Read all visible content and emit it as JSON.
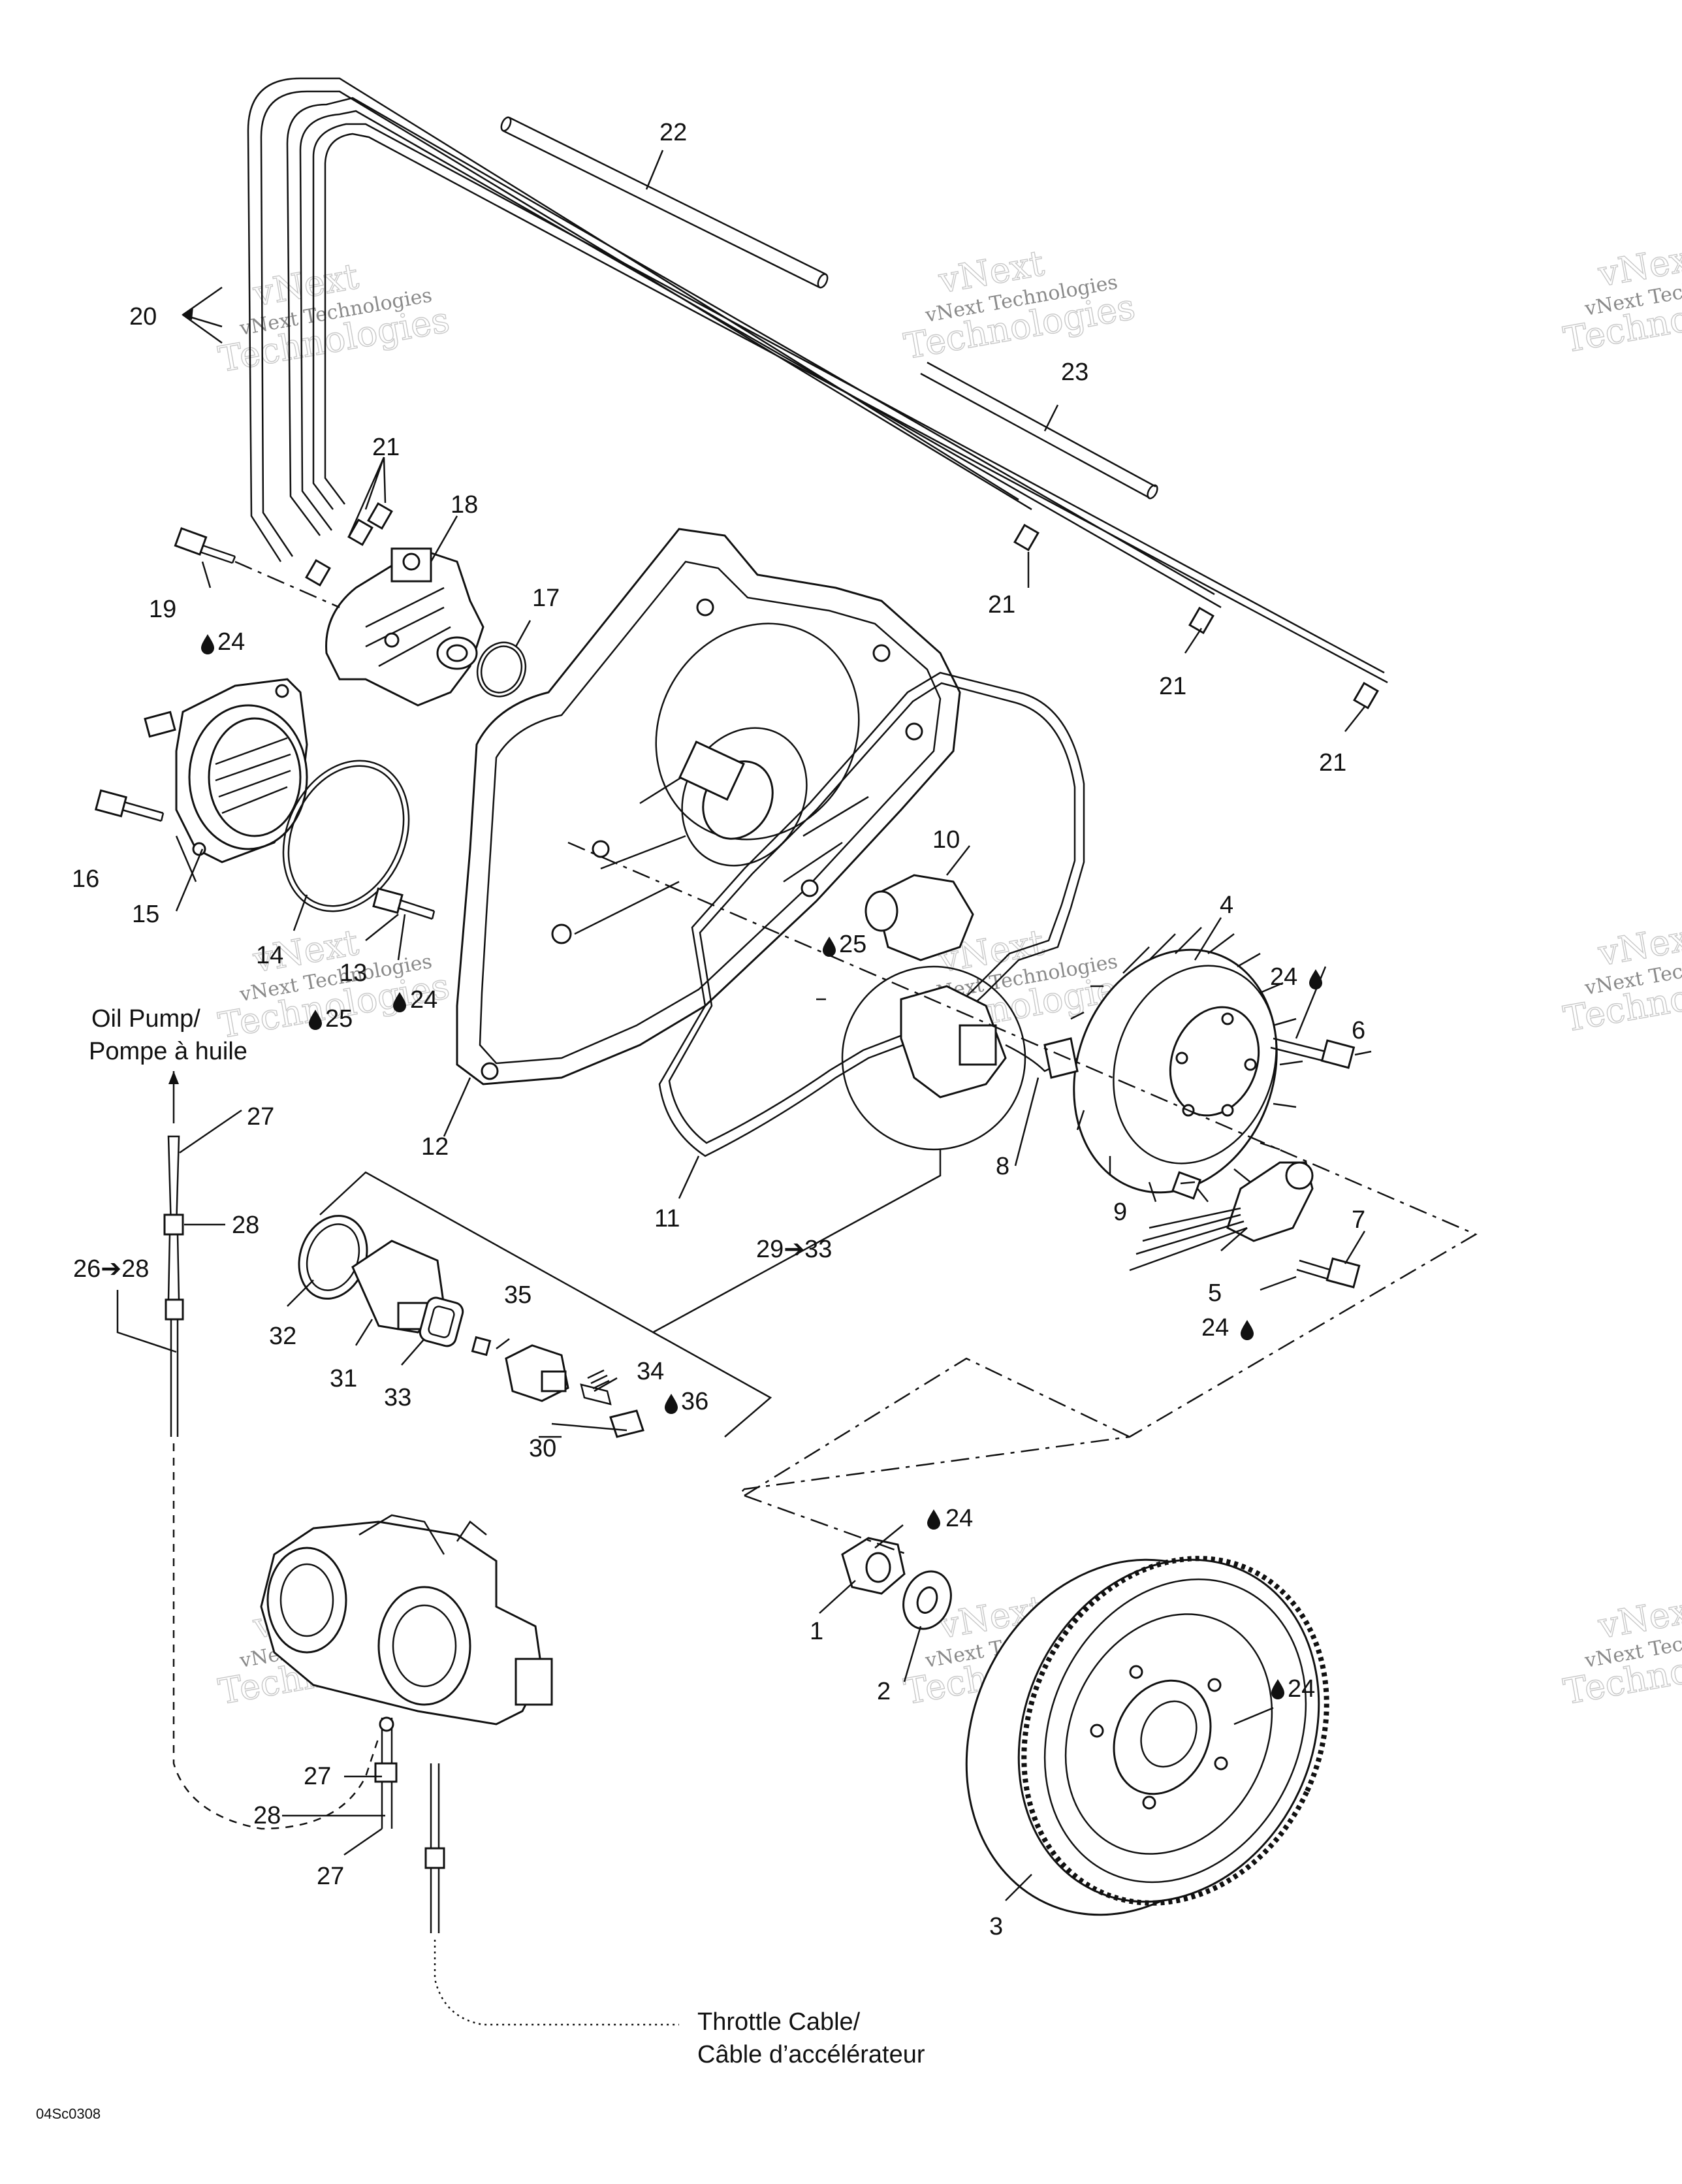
{
  "callouts": {
    "c1": "1",
    "c2": "2",
    "c3": "3",
    "c4": "4",
    "c5": "5",
    "c6": "6",
    "c7": "7",
    "c8": "8",
    "c9": "9",
    "c10": "10",
    "c11": "11",
    "c12": "12",
    "c13": "13",
    "c14": "14",
    "c15": "15",
    "c16": "16",
    "c17": "17",
    "c18": "18",
    "c19": "19",
    "c20": "20",
    "c21a": "21",
    "c21b": "21",
    "c21c": "21",
    "c21d": "21",
    "c22": "22",
    "c23": "23",
    "c24a": "24",
    "c24b": "24",
    "c24c": "24",
    "c24d": "24",
    "c24e": "24",
    "c24f": "24",
    "c25a": "25",
    "c25b": "25",
    "c26_28": "26➔28",
    "c27a": "27",
    "c27b": "27",
    "c27c": "27",
    "c28a": "28",
    "c28b": "28",
    "c29_33": "29➔33",
    "c30": "30",
    "c31": "31",
    "c32": "32",
    "c33": "33",
    "c34": "34",
    "c35": "35",
    "c36": "36"
  },
  "captions": {
    "oil_pump_line1": "Oil Pump/",
    "oil_pump_line2": "Pompe à huile",
    "throttle_line1": "Throttle Cable/",
    "throttle_line2": "Câble d’accélérateur"
  },
  "drawing_code": "04Sc0308",
  "watermark": {
    "line1": "vNext",
    "line2": "vNext Technologies",
    "line3": "Technologies"
  },
  "colors": {
    "ink": "#111111",
    "watermark": "#c8c8c8",
    "background": "#ffffff"
  }
}
